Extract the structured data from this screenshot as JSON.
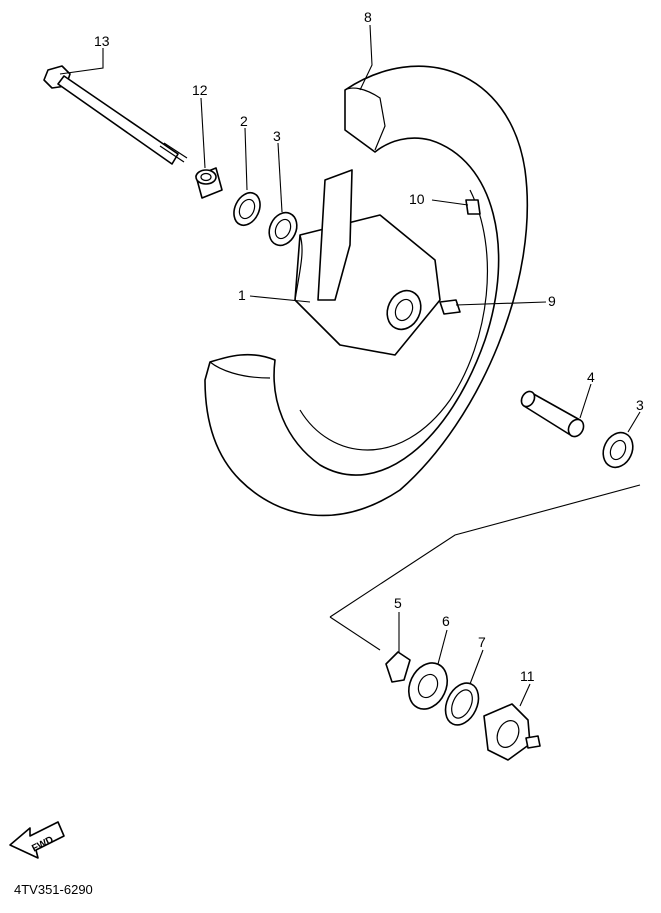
{
  "callouts": {
    "c1": "1",
    "c2": "2",
    "c3a": "3",
    "c3b": "3",
    "c4": "4",
    "c5": "5",
    "c6": "6",
    "c7": "7",
    "c8": "8",
    "c9": "9",
    "c10": "10",
    "c11": "11",
    "c12": "12",
    "c13": "13"
  },
  "direction_label": "FWD",
  "diagram_code": "4TV351-6290"
}
